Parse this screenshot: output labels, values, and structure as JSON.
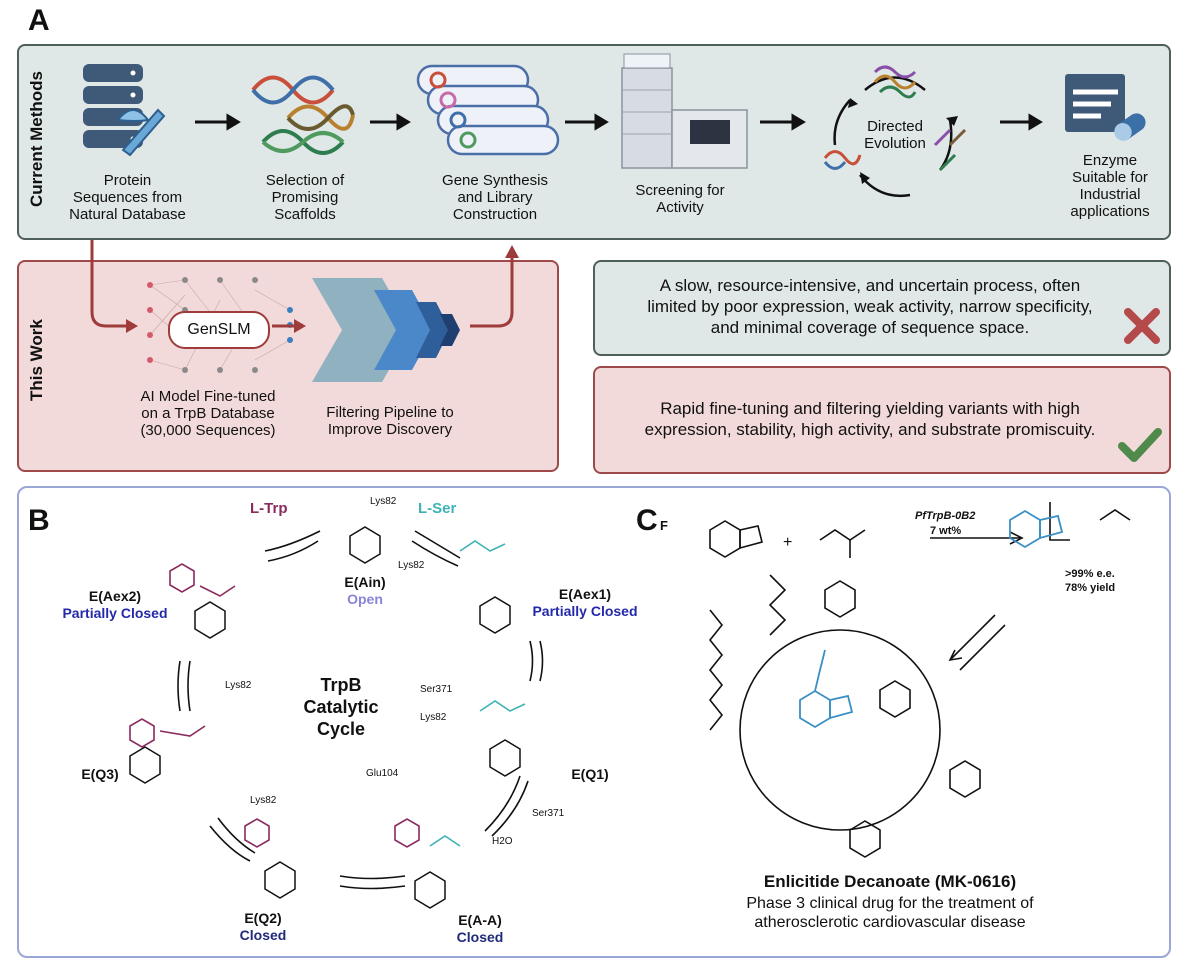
{
  "panel_a": {
    "letter": "A",
    "current_methods_label": "Current Methods",
    "this_work_label": "This Work",
    "steps": [
      {
        "label_lines": [
          "Protein",
          "Sequences from",
          "Natural Database"
        ],
        "icon": "database-icon"
      },
      {
        "label_lines": [
          "Selection of",
          "Promising",
          "Scaffolds"
        ],
        "icon": "dna-icon"
      },
      {
        "label_lines": [
          "Gene Synthesis",
          "and Library",
          "Construction"
        ],
        "icon": "plate-icon"
      },
      {
        "label_lines": [
          "Screening for",
          "Activity"
        ],
        "icon": "hplc-icon"
      },
      {
        "label_lines": [
          "Directed",
          "Evolution"
        ],
        "icon": "cycle-icon"
      },
      {
        "label_lines": [
          "Enzyme",
          "Suitable for",
          "Industrial",
          "applications"
        ],
        "icon": "enzyme-card-icon"
      }
    ],
    "this_work": {
      "model_name": "GenSLM",
      "model_label_lines": [
        "AI Model Fine-tuned",
        "on a TrpB Database",
        "(30,000 Sequences)"
      ],
      "pipeline_label_lines": [
        "Filtering Pipeline to",
        "Improve Discovery"
      ]
    },
    "con_message_lines": [
      "A slow, resource-intensive, and uncertain process, often",
      "limited by poor expression, weak activity, narrow specificity,",
      "and minimal coverage of sequence space."
    ],
    "pro_message_lines": [
      "Rapid fine-tuning and filtering yielding variants with high",
      "expression, stability, high activity, and substrate promiscuity."
    ],
    "colors": {
      "teal_bg": "#dfe8e6",
      "pink_bg": "#f3dada",
      "arrow_red": "#9f3b3b",
      "cross": "#b54a4a",
      "check": "#4f8a4a"
    }
  },
  "panel_b": {
    "letter": "B",
    "center_title_lines": [
      "TrpB",
      "Catalytic",
      "Cycle"
    ],
    "reagent_trp": "L-Trp",
    "reagent_ser": "L-Ser",
    "states": {
      "ain": {
        "name": "E(Ain)",
        "status": "Open"
      },
      "aex1": {
        "name": "E(Aex1)",
        "status": "Partially Closed"
      },
      "q1": {
        "name": "E(Q1)"
      },
      "aa": {
        "name": "E(A-A)",
        "status": "Closed"
      },
      "q2": {
        "name": "E(Q2)",
        "status": "Closed"
      },
      "q3": {
        "name": "E(Q3)"
      },
      "aex2": {
        "name": "E(Aex2)",
        "status": "Partially Closed"
      }
    },
    "residues": {
      "lys82": "Lys82",
      "ser371": "Ser371",
      "glu104": "Glu104",
      "water": "H2O"
    },
    "colors": {
      "trp": "#8a2a5e",
      "ser": "#3fb2b5",
      "open": "#8a84d8",
      "closed": "#1f2a7a"
    }
  },
  "panel_c": {
    "letter": "C",
    "enzyme": "PfTrpB-0B2",
    "loading": "7 wt%",
    "ee": ">99% e.e.",
    "yield": "78% yield",
    "drug_name": "Enlicitide Decanoate (MK-0616)",
    "drug_desc_lines": [
      "Phase 3 clinical drug for the treatment of",
      "atherosclerotic cardiovascular disease"
    ],
    "colors": {
      "highlight": "#3a8fc4"
    }
  }
}
